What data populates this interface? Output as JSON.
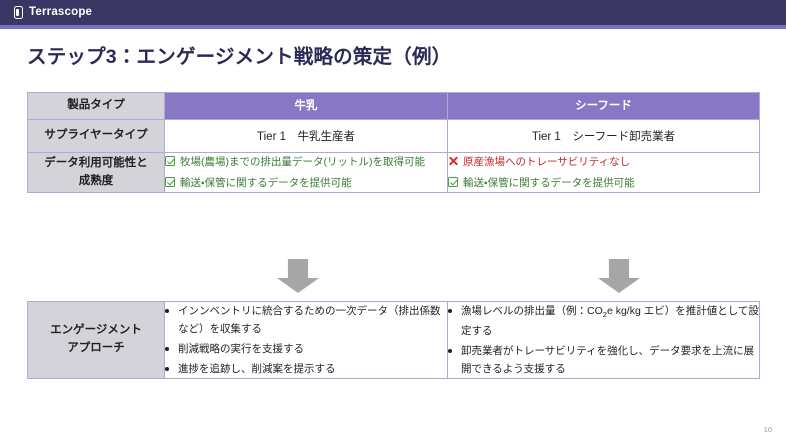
{
  "brand": {
    "name": "Terrascope",
    "logo_icon": "terrascope-mark-icon",
    "bar_color": "#393664",
    "accent_color": "#7b6fc4"
  },
  "slide": {
    "title": "ステップ3：エンゲージメント戦略の策定（例）",
    "page_number": "10"
  },
  "table_top": {
    "rows": {
      "product_type": {
        "label": "製品タイプ",
        "milk": "牛乳",
        "seafood": "シーフード"
      },
      "supplier_type": {
        "label": "サプライヤータイプ",
        "milk": "Tier 1　牛乳生産者",
        "seafood": "Tier 1　シーフード卸売業者"
      },
      "data_availability": {
        "label_line1": "データ利用可能性と",
        "label_line2": "成熟度",
        "milk_items": [
          {
            "mark": "check",
            "text": "牧場(農場)までの排出量データ(リットル)を取得可能"
          },
          {
            "mark": "check",
            "text": "輸送・保管に関するデータを提供可能"
          }
        ],
        "seafood_items": [
          {
            "mark": "cross",
            "text": "原産漁場へのトレーサビリティなし"
          },
          {
            "mark": "check",
            "text": "輸送・保管に関するデータを提供可能"
          }
        ]
      }
    }
  },
  "arrows": {
    "milk_arrow": "down-arrow-icon",
    "seafood_arrow": "down-arrow-icon",
    "color": "#a6a6a6"
  },
  "table_bottom": {
    "label_line1": "エンゲージメント",
    "label_line2": "アプローチ",
    "milk_bullets": [
      "インンベントリに統合するための一次データ（排出係数など）を収集する",
      "削減戦略の実行を支援する",
      "進捗を追跡し、削減案を提示する"
    ],
    "seafood_bullets": [
      {
        "pre": "漁場レベルの排出量（例：CO",
        "sub": "2",
        "post": "e kg/kg エビ）を推計値として設定する"
      },
      {
        "pre": "卸売業者がトレーサビリティを強化し、データ要求を上流に展開できるよう支援する",
        "sub": "",
        "post": ""
      }
    ]
  },
  "colors": {
    "header_purple": "#8877c4",
    "label_gray": "#d5d3da",
    "border_purple": "#b3a8d4",
    "check_green": "#4a9c42",
    "cross_red": "#e02727",
    "title_navy": "#2b2a54"
  }
}
